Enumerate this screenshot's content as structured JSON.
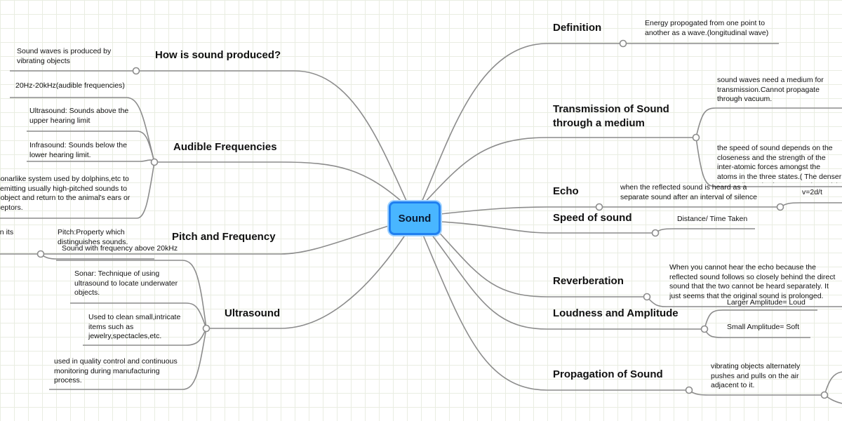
{
  "center": {
    "label": "Sound"
  },
  "right_branches": {
    "definition": {
      "label": "Definition",
      "notes": [
        "Energy propogated from one point to another as a wave.(longitudinal wave)"
      ]
    },
    "transmission": {
      "label": "Transmission of Sound through a medium",
      "notes": [
        "sound waves need a medium for transmission.Cannot propagate through vacuum.",
        "the speed of sound depends on the closeness and the strength of the inter-atomic forces amongst the atoms in the three states.( The denser the medium, the faster sound travels)"
      ]
    },
    "echo": {
      "label": "Echo",
      "notes": [
        "when the reflected sound is heard as a separate sound after an interval of silence",
        "v=2d/t"
      ]
    },
    "speed": {
      "label": "Speed of sound",
      "notes": [
        "Distance/ Time Taken"
      ]
    },
    "reverberation": {
      "label": "Reverberation",
      "notes": [
        "When you cannot hear the echo because the reflected sound follows so closely behind the direct sound that the two cannot be heard separately. It just seems that the original sound is prolonged."
      ]
    },
    "loudness": {
      "label": "Loudness and Amplitude",
      "notes": [
        "Larger Amplitude= Loud",
        "Small Amplitude= Soft"
      ]
    },
    "propagation": {
      "label": "Propagation of Sound",
      "notes": [
        "vibrating objects alternately pushes and pulls on the air adjacent to it."
      ]
    }
  },
  "left_branches": {
    "produced": {
      "label": "How is sound produced?",
      "notes": [
        "Sound waves is produced by vibrating objects"
      ]
    },
    "audible": {
      "label": "Audible Frequencies",
      "notes": [
        "20Hz-20kHz(audible frequencies)",
        "Ultrasound: Sounds above the upper hearing limit",
        "Infrasound: Sounds below the lower hearing limit.",
        "A sonarlike system used by dolphins,etc to by emitting usually high-pitched sounds to an object and return to the animal's ears or receptors."
      ]
    },
    "pitch": {
      "label": "Pitch and Frequency",
      "notes": [
        "Pitch:Property which distinguishes sounds.",
        "depending on its"
      ]
    },
    "ultrasound": {
      "label": "Ultrasound",
      "notes": [
        "Sound with frequency above 20kHz",
        "Sonar: Technique of using ultrasound to locate underwater objects.",
        "Used to clean small,intricate items such as jewelry,spectacles,etc.",
        "used in quality control and continuous monitoring during manufacturing process."
      ]
    }
  },
  "colors": {
    "line": "#8c8c8c",
    "root_fill": "#49b6ff",
    "root_border": "#1f7ff0",
    "grid": "#e9ede2"
  }
}
